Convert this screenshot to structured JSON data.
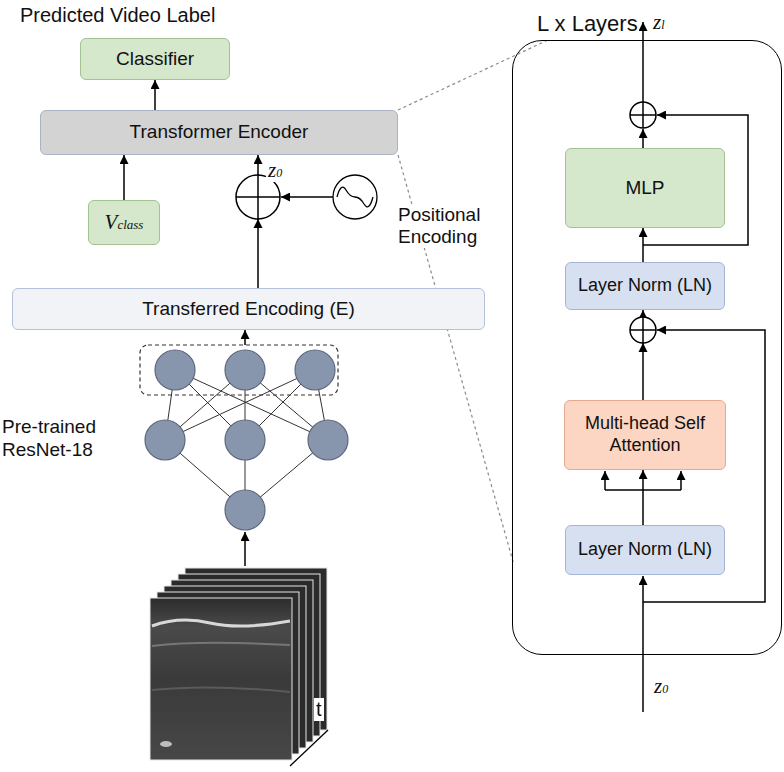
{
  "diagram": {
    "nodes": [
      {
        "text": [
          "Classifier"
        ]
      },
      {
        "text": [
          "Transformer Encoder"
        ]
      },
      {
        "text": [
          "Vclass"
        ]
      },
      {
        "text": [
          "Transferred Encoding (E)"
        ]
      },
      {
        "text": [
          "Pre-trained ResNet-18"
        ]
      },
      {
        "text": [
          "L x Layers"
        ]
      },
      {
        "text": [
          "MLP"
        ],
        "in": 5
      },
      {
        "text": [
          "Layer Norm (LN)"
        ],
        "in": 5
      },
      {
        "text": [
          "Multi-head Self Attention"
        ],
        "in": 5
      },
      {
        "text": [
          "Layer Norm (LN)"
        ],
        "in": 5
      }
    ],
    "edges": [
      {
        "from": 1,
        "to": 0,
        "arrow": "to"
      },
      {
        "from": 2,
        "to": 1,
        "arrow": "to"
      },
      {
        "from": 3,
        "to": 1,
        "arrow": "to"
      },
      {
        "from": 4,
        "to": 3,
        "arrow": "to"
      },
      {
        "from": 9,
        "to": 8,
        "arrow": "to"
      },
      {
        "from": 8,
        "to": 7,
        "arrow": "to"
      },
      {
        "from": 7,
        "to": 6,
        "arrow": "to"
      }
    ],
    "labels": [
      "Predicted Video Label",
      "z0",
      "Positional Encoding",
      "t",
      "zl",
      "z0"
    ]
  }
}
